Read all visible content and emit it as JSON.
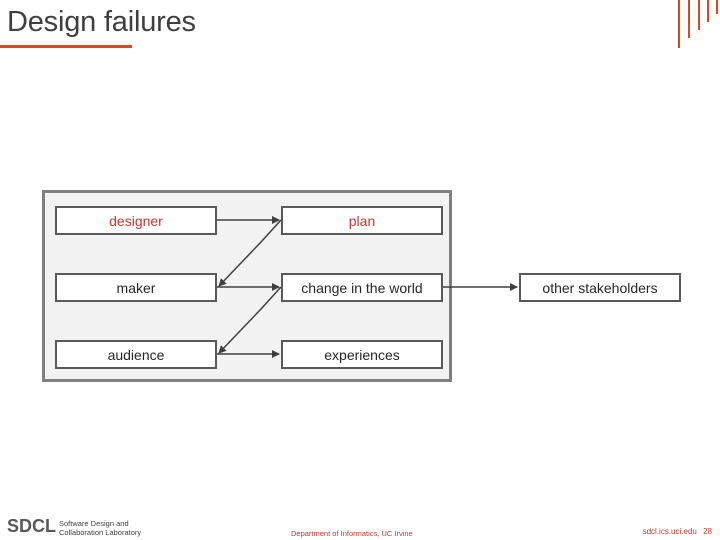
{
  "slide": {
    "title": "Design failures"
  },
  "diagram": {
    "left_column": [
      "designer",
      "maker",
      "audience"
    ],
    "right_column": [
      "plan",
      "change in the world",
      "experiences"
    ],
    "outside_node": "other stakeholders"
  },
  "footer": {
    "logo": "SDCL",
    "lab_line1": "Software Design and",
    "lab_line2": "Collaboration Laboratory",
    "department": "Department of Informatics, UC Irvine",
    "url": "sdcl.ics.uci.edu",
    "page": "28"
  },
  "colors": {
    "accent": "#d9472b",
    "frame_border": "#7f7f7f",
    "frame_fill": "#f2f2f2",
    "box_border": "#595959"
  }
}
